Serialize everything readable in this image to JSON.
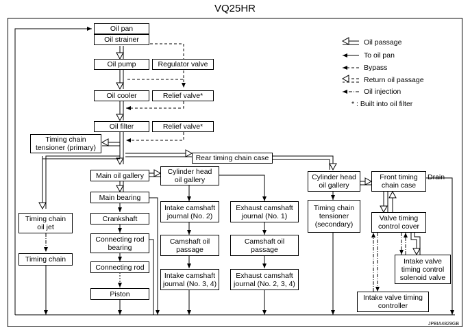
{
  "title": "VQ25HR",
  "figure_code": "JPBIA4829GB",
  "boxes": {
    "oil_pan": "Oil pan",
    "oil_strainer": "Oil strainer",
    "oil_pump": "Oil pump",
    "regulator_valve": "Regulator valve",
    "oil_cooler": "Oil cooler",
    "relief_valve_1": "Relief valve*",
    "oil_filter": "Oil filter",
    "relief_valve_2": "Relief valve*",
    "tensioner_primary": "Timing chain\ntensioner (primary)",
    "rear_case": "Rear timing chain case",
    "main_gallery": "Main oil gallery",
    "head_gallery_left": "Cylinder head\noil gallery",
    "main_bearing": "Main bearing",
    "crankshaft": "Crankshaft",
    "conrod_bearing": "Connecting rod\nbearing",
    "conrod": "Connecting rod",
    "piston": "Piston",
    "jet": "Timing chain\noil jet",
    "timing_chain": "Timing chain",
    "intake_cam_2": "Intake camshaft\njournal (No. 2)",
    "exhaust_cam_1": "Exhaust camshaft\njournal (No. 1)",
    "cam_passage_1": "Camshaft oil\npassage",
    "cam_passage_2": "Camshaft oil\npassage",
    "intake_cam_34": "Intake camshaft\njournal (No. 3, 4)",
    "exhaust_cam_234": "Exhaust camshaft\njournal (No. 2, 3, 4)",
    "head_gallery_right": "Cylinder head\noil gallery",
    "tensioner_secondary": "Timing chain\ntensioner\n(secondary)",
    "front_case": "Front timing\nchain case",
    "vtc_cover": "Valve timing\ncontrol cover",
    "solenoid": "Intake valve\ntiming control\nsolenoid valve",
    "controller": "Intake valve timing\ncontroller"
  },
  "drain_label": "Drain",
  "legend": {
    "oil_passage": "Oil passage",
    "to_oil_pan": "To oil pan",
    "bypass": "Bypass",
    "return_passage": "Return oil passage",
    "oil_injection": "Oil injection",
    "note": "* : Built into oil filter"
  }
}
